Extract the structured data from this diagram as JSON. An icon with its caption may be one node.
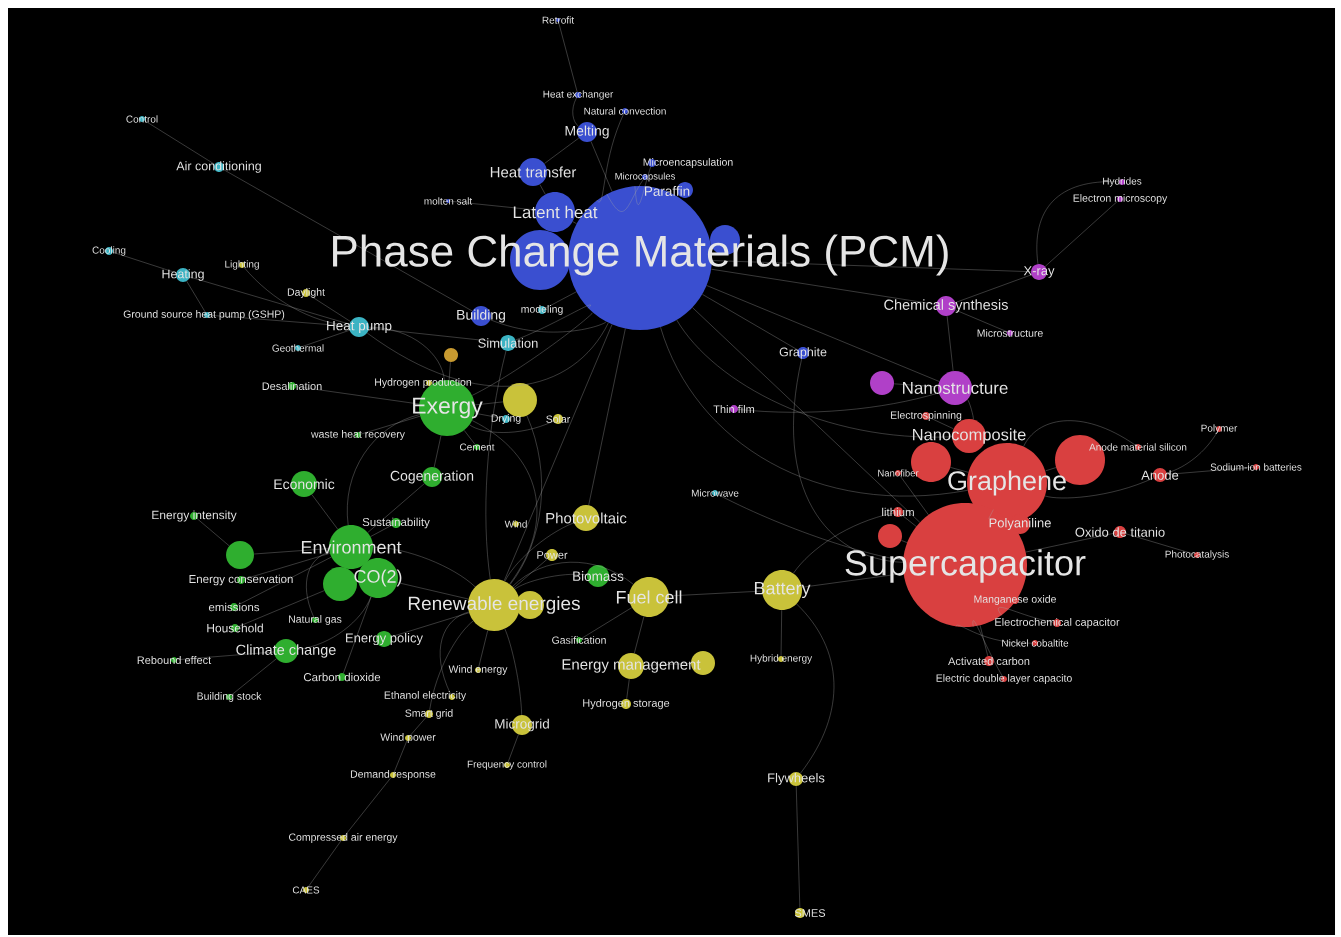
{
  "diagram": {
    "nodes": [
      {
        "text": [
          "Phase Change Materials (PCM)"
        ]
      },
      {
        "text": [
          "Retrofit"
        ]
      },
      {
        "text": [
          "Heat exchanger"
        ]
      },
      {
        "text": [
          "Natural convection"
        ]
      },
      {
        "text": [
          "Melting"
        ]
      },
      {
        "text": [
          "Microencapsulation"
        ]
      },
      {
        "text": [
          "Microcapsules"
        ]
      },
      {
        "text": [
          "Heat transfer"
        ]
      },
      {
        "text": [
          "Paraffin"
        ]
      },
      {
        "text": [
          "Latent heat"
        ]
      },
      {
        "text": [
          "molten salt"
        ]
      },
      {
        "text": [
          "Control"
        ]
      },
      {
        "text": [
          "Air conditioning"
        ]
      },
      {
        "text": [
          "Cooling"
        ]
      },
      {
        "text": [
          "Heating"
        ]
      },
      {
        "text": [
          "Lighting"
        ]
      },
      {
        "text": [
          "Daylight"
        ]
      },
      {
        "text": [
          "Ground source heat pump (GSHP)"
        ]
      },
      {
        "text": [
          "Heat pump"
        ]
      },
      {
        "text": [
          "Geothermal"
        ]
      },
      {
        "text": [
          "Building"
        ]
      },
      {
        "text": [
          "modeling"
        ]
      },
      {
        "text": [
          "Simulation"
        ]
      },
      {
        "text": [
          "Graphite"
        ]
      },
      {
        "text": [
          "Hydrides"
        ]
      },
      {
        "text": [
          "Electron microscopy"
        ]
      },
      {
        "text": [
          "X-ray"
        ]
      },
      {
        "text": [
          "Chemical synthesis"
        ]
      },
      {
        "text": [
          "Microstructure"
        ]
      },
      {
        "text": [
          "Nanostructure"
        ]
      },
      {
        "text": [
          "Thin film"
        ]
      },
      {
        "text": [
          "Hydrogen production"
        ]
      },
      {
        "text": [
          "Desalination"
        ]
      },
      {
        "text": [
          "Exergy"
        ]
      },
      {
        "text": [
          "Drying"
        ]
      },
      {
        "text": [
          "Solar"
        ]
      },
      {
        "text": [
          "waste heat recovery"
        ]
      },
      {
        "text": [
          "Cement"
        ]
      },
      {
        "text": [
          "Economic"
        ]
      },
      {
        "text": [
          "Cogeneration"
        ]
      },
      {
        "text": [
          "Energy intensity"
        ]
      },
      {
        "text": [
          "Sustainability"
        ]
      },
      {
        "text": [
          "Environment"
        ]
      },
      {
        "text": [
          "Wind"
        ]
      },
      {
        "text": [
          "Photovoltaic"
        ]
      },
      {
        "text": [
          "Microwave"
        ]
      },
      {
        "text": [
          "Power"
        ]
      },
      {
        "text": [
          "Energy conservation"
        ]
      },
      {
        "text": [
          "CO(2)"
        ]
      },
      {
        "text": [
          "Biomass"
        ]
      },
      {
        "text": [
          "emissions"
        ]
      },
      {
        "text": [
          "Natural gas"
        ]
      },
      {
        "text": [
          "Renewable energies"
        ]
      },
      {
        "text": [
          "Fuel cell"
        ]
      },
      {
        "text": [
          "Household"
        ]
      },
      {
        "text": [
          "Energy policy"
        ]
      },
      {
        "text": [
          "Climate change"
        ]
      },
      {
        "text": [
          "Gasification"
        ]
      },
      {
        "text": [
          "Rebound effect"
        ]
      },
      {
        "text": [
          "Wind energy"
        ]
      },
      {
        "text": [
          "Carbon dioxide"
        ]
      },
      {
        "text": [
          "Energy management"
        ]
      },
      {
        "text": [
          "Building stock"
        ]
      },
      {
        "text": [
          "Ethanol electricity"
        ]
      },
      {
        "text": [
          "Smart grid"
        ]
      },
      {
        "text": [
          "Microgrid"
        ]
      },
      {
        "text": [
          "Hydrogen storage"
        ]
      },
      {
        "text": [
          "Wind power"
        ]
      },
      {
        "text": [
          "Frequency control"
        ]
      },
      {
        "text": [
          "Demand response"
        ]
      },
      {
        "text": [
          "Compressed air energy"
        ]
      },
      {
        "text": [
          "CAES"
        ]
      },
      {
        "text": [
          "Battery"
        ]
      },
      {
        "text": [
          "Hybrid energy"
        ]
      },
      {
        "text": [
          "Flywheels"
        ]
      },
      {
        "text": [
          "SMES"
        ]
      },
      {
        "text": [
          "Electrospinning"
        ]
      },
      {
        "text": [
          "Nanocomposite"
        ]
      },
      {
        "text": [
          "Polymer"
        ]
      },
      {
        "text": [
          "Anode material silicon"
        ]
      },
      {
        "text": [
          "Graphene"
        ]
      },
      {
        "text": [
          "Nanofiber"
        ]
      },
      {
        "text": [
          "Anode"
        ]
      },
      {
        "text": [
          "Sodium-ion batteries"
        ]
      },
      {
        "text": [
          "lithium"
        ]
      },
      {
        "text": [
          "Polyaniline"
        ]
      },
      {
        "text": [
          "Oxido de titanio"
        ]
      },
      {
        "text": [
          "Supercapacitor"
        ]
      },
      {
        "text": [
          "Photocatalysis"
        ]
      },
      {
        "text": [
          "Manganese oxide"
        ]
      },
      {
        "text": [
          "Electrochemical capacitor"
        ]
      },
      {
        "text": [
          "Nickel cobaltite"
        ]
      },
      {
        "text": [
          "Activated carbon"
        ]
      },
      {
        "text": [
          "Electric double layer capacito"
        ]
      },
      {
        "text": [],
        "shape": "circle"
      },
      {
        "text": [],
        "shape": "circle"
      },
      {
        "text": [],
        "shape": "circle"
      },
      {
        "text": [],
        "shape": "circle"
      },
      {
        "text": [],
        "shape": "circle"
      },
      {
        "text": [],
        "shape": "circle"
      },
      {
        "text": [],
        "shape": "circle"
      },
      {
        "text": [],
        "shape": "circle"
      },
      {
        "text": [],
        "shape": "circle"
      },
      {
        "text": [],
        "shape": "circle"
      },
      {
        "text": [],
        "shape": "circle"
      },
      {
        "text": [],
        "shape": "circle"
      }
    ],
    "edges": [
      {
        "from": 1,
        "to": 2,
        "arrow": "none"
      },
      {
        "from": 2,
        "to": 4,
        "arrow": "none"
      },
      {
        "from": 3,
        "to": 0,
        "arrow": "none"
      },
      {
        "from": 4,
        "to": 0,
        "arrow": "none"
      },
      {
        "from": 5,
        "to": 0,
        "arrow": "none"
      },
      {
        "from": 6,
        "to": 0,
        "arrow": "none"
      },
      {
        "from": 9,
        "to": 0,
        "arrow": "none"
      },
      {
        "from": 10,
        "to": 9,
        "arrow": "none"
      },
      {
        "from": 20,
        "to": 0,
        "arrow": "none"
      },
      {
        "from": 21,
        "to": 0,
        "arrow": "none"
      },
      {
        "from": 22,
        "to": 0,
        "arrow": "none"
      },
      {
        "from": 23,
        "to": 0,
        "arrow": "none"
      },
      {
        "from": 27,
        "to": 0,
        "arrow": "none"
      },
      {
        "from": 29,
        "to": 0,
        "arrow": "none"
      },
      {
        "from": 26,
        "to": 0,
        "arrow": "none"
      },
      {
        "from": 33,
        "to": 0,
        "arrow": "none"
      },
      {
        "from": 44,
        "to": 0,
        "arrow": "none"
      },
      {
        "from": 87,
        "to": 0,
        "arrow": "none"
      },
      {
        "from": 80,
        "to": 0,
        "arrow": "none"
      },
      {
        "from": 77,
        "to": 0,
        "arrow": "none"
      },
      {
        "from": 52,
        "to": 0,
        "arrow": "none"
      },
      {
        "from": 18,
        "to": 0,
        "arrow": "none"
      },
      {
        "from": 11,
        "to": 12,
        "arrow": "none"
      },
      {
        "from": 12,
        "to": 20,
        "arrow": "none"
      },
      {
        "from": 13,
        "to": 14,
        "arrow": "none"
      },
      {
        "from": 14,
        "to": 18,
        "arrow": "none"
      },
      {
        "from": 14,
        "to": 17,
        "arrow": "none"
      },
      {
        "from": 17,
        "to": 18,
        "arrow": "none"
      },
      {
        "from": 19,
        "to": 18,
        "arrow": "none"
      },
      {
        "from": 16,
        "to": 18,
        "arrow": "none"
      },
      {
        "from": 15,
        "to": 18,
        "arrow": "none"
      },
      {
        "from": 18,
        "to": 33,
        "arrow": "none"
      },
      {
        "from": 18,
        "to": 22,
        "arrow": "none"
      },
      {
        "from": 32,
        "to": 33,
        "arrow": "none"
      },
      {
        "from": 36,
        "to": 33,
        "arrow": "none"
      },
      {
        "from": 34,
        "to": 33,
        "arrow": "none"
      },
      {
        "from": 35,
        "to": 33,
        "arrow": "none"
      },
      {
        "from": 37,
        "to": 33,
        "arrow": "none"
      },
      {
        "from": 39,
        "to": 33,
        "arrow": "none"
      },
      {
        "from": 38,
        "to": 42,
        "arrow": "none"
      },
      {
        "from": 40,
        "to": 98,
        "arrow": "none"
      },
      {
        "from": 98,
        "to": 42,
        "arrow": "none"
      },
      {
        "from": 47,
        "to": 42,
        "arrow": "none"
      },
      {
        "from": 50,
        "to": 42,
        "arrow": "none"
      },
      {
        "from": 54,
        "to": 99,
        "arrow": "none"
      },
      {
        "from": 56,
        "to": 48,
        "arrow": "none"
      },
      {
        "from": 58,
        "to": 56,
        "arrow": "none"
      },
      {
        "from": 62,
        "to": 56,
        "arrow": "none"
      },
      {
        "from": 60,
        "to": 48,
        "arrow": "none"
      },
      {
        "from": 55,
        "to": 52,
        "arrow": "none"
      },
      {
        "from": 51,
        "to": 42,
        "arrow": "none"
      },
      {
        "from": 41,
        "to": 42,
        "arrow": "none"
      },
      {
        "from": 48,
        "to": 52,
        "arrow": "none"
      },
      {
        "from": 42,
        "to": 52,
        "arrow": "none"
      },
      {
        "from": 39,
        "to": 42,
        "arrow": "none"
      },
      {
        "from": 44,
        "to": 52,
        "arrow": "none"
      },
      {
        "from": 46,
        "to": 52,
        "arrow": "none"
      },
      {
        "from": 49,
        "to": 52,
        "arrow": "none"
      },
      {
        "from": 53,
        "to": 52,
        "arrow": "none"
      },
      {
        "from": 53,
        "to": 72,
        "arrow": "none"
      },
      {
        "from": 72,
        "to": 87,
        "arrow": "none"
      },
      {
        "from": 72,
        "to": 84,
        "arrow": "none"
      },
      {
        "from": 61,
        "to": 53,
        "arrow": "none"
      },
      {
        "from": 66,
        "to": 61,
        "arrow": "none"
      },
      {
        "from": 73,
        "to": 72,
        "arrow": "none"
      },
      {
        "from": 74,
        "to": 72,
        "arrow": "none"
      },
      {
        "from": 75,
        "to": 74,
        "arrow": "none"
      },
      {
        "from": 68,
        "to": 65,
        "arrow": "none"
      },
      {
        "from": 65,
        "to": 52,
        "arrow": "none"
      },
      {
        "from": 71,
        "to": 70,
        "arrow": "none"
      },
      {
        "from": 70,
        "to": 69,
        "arrow": "none"
      },
      {
        "from": 69,
        "to": 67,
        "arrow": "none"
      },
      {
        "from": 67,
        "to": 64,
        "arrow": "none"
      },
      {
        "from": 64,
        "to": 52,
        "arrow": "none"
      },
      {
        "from": 59,
        "to": 52,
        "arrow": "none"
      },
      {
        "from": 63,
        "to": 52,
        "arrow": "none"
      },
      {
        "from": 57,
        "to": 53,
        "arrow": "none"
      },
      {
        "from": 45,
        "to": 87,
        "arrow": "none"
      },
      {
        "from": 30,
        "to": 29,
        "arrow": "none"
      },
      {
        "from": 23,
        "to": 87,
        "arrow": "none"
      },
      {
        "from": 24,
        "to": 26,
        "arrow": "none"
      },
      {
        "from": 25,
        "to": 26,
        "arrow": "none"
      },
      {
        "from": 26,
        "to": 27,
        "arrow": "none"
      },
      {
        "from": 28,
        "to": 27,
        "arrow": "none"
      },
      {
        "from": 27,
        "to": 29,
        "arrow": "none"
      },
      {
        "from": 29,
        "to": 77,
        "arrow": "none"
      },
      {
        "from": 76,
        "to": 77,
        "arrow": "none"
      },
      {
        "from": 80,
        "to": 87,
        "arrow": "none"
      },
      {
        "from": 84,
        "to": 87,
        "arrow": "none"
      },
      {
        "from": 81,
        "to": 87,
        "arrow": "none"
      },
      {
        "from": 82,
        "to": 80,
        "arrow": "none"
      },
      {
        "from": 79,
        "to": 80,
        "arrow": "none"
      },
      {
        "from": 78,
        "to": 82,
        "arrow": "none"
      },
      {
        "from": 83,
        "to": 82,
        "arrow": "none"
      },
      {
        "from": 86,
        "to": 87,
        "arrow": "none"
      },
      {
        "from": 88,
        "to": 86,
        "arrow": "none"
      },
      {
        "from": 90,
        "to": 87,
        "arrow": "none"
      },
      {
        "from": 91,
        "to": 87,
        "arrow": "none"
      },
      {
        "from": 92,
        "to": 87,
        "arrow": "none"
      },
      {
        "from": 93,
        "to": 87,
        "arrow": "none"
      },
      {
        "from": 33,
        "to": 52,
        "arrow": "none"
      },
      {
        "from": 33,
        "to": 42,
        "arrow": "none"
      },
      {
        "from": 22,
        "to": 52,
        "arrow": "none"
      },
      {
        "from": 9,
        "to": 7,
        "arrow": "none"
      },
      {
        "from": 4,
        "to": 7,
        "arrow": "none"
      },
      {
        "from": 96,
        "to": 33,
        "arrow": "none"
      },
      {
        "from": 97,
        "to": 33,
        "arrow": "none"
      },
      {
        "from": 97,
        "to": 52,
        "arrow": "none"
      },
      {
        "from": 100,
        "to": 52,
        "arrow": "none"
      },
      {
        "from": 101,
        "to": 61,
        "arrow": "none"
      },
      {
        "from": 102,
        "to": 80,
        "arrow": "none"
      },
      {
        "from": 103,
        "to": 80,
        "arrow": "none"
      },
      {
        "from": 104,
        "to": 87,
        "arrow": "none"
      },
      {
        "from": 105,
        "to": 29,
        "arrow": "none"
      }
    ]
  }
}
